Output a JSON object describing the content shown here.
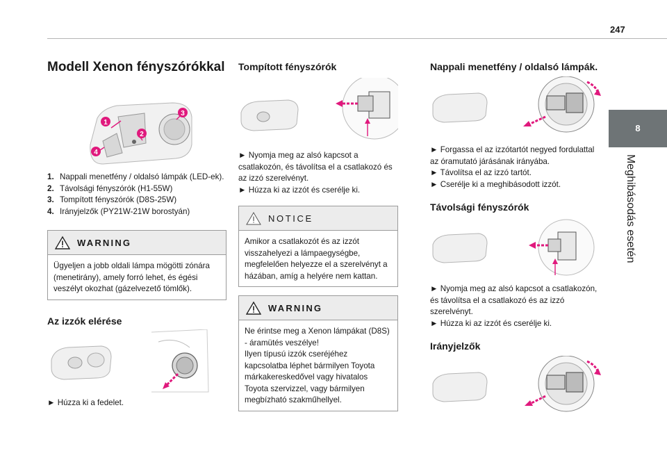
{
  "page_number": "247",
  "side_tab": {
    "number": "8",
    "title": "Meghibásodás esetén"
  },
  "col1": {
    "title": "Modell Xenon fényszórókkal",
    "list": [
      {
        "num": "1.",
        "text": "Nappali menetfény / oldalsó lámpák (LED-ek)."
      },
      {
        "num": "2.",
        "text": "Távolsági fényszórók (H1-55W)"
      },
      {
        "num": "3.",
        "text": "Tompított fényszórók (D8S-25W)"
      },
      {
        "num": "4.",
        "text": "Irányjelzők (PY21W-21W borostyán)"
      }
    ],
    "warning": {
      "label": "WARNING",
      "text": "Ügyeljen a jobb oldali lámpa mögötti zónára (menetirány), amely forró lehet, és égési veszélyt okozhat (gázelvezető tömlők)."
    },
    "access_title": "Az izzók elérése",
    "access_text": "► Húzza ki a fedelet.",
    "callouts": [
      "1",
      "2",
      "3",
      "4"
    ]
  },
  "col2": {
    "title": "Tompított fényszórók",
    "steps": [
      "► Nyomja meg az alsó kapcsot a csatlakozón, és távolítsa el a csatlakozó és az izzó szerelvényt.",
      "► Húzza ki az izzót és cserélje ki."
    ],
    "notice": {
      "label": "NOTICE",
      "text": "Amikor a csatlakozót és az izzót visszahelyezi a lámpaegységbe, megfelelően helyezze el a szerelvényt a házában, amíg a helyére nem kattan."
    },
    "warning": {
      "label": "WARNING",
      "lines": [
        "Ne érintse meg a Xenon lámpákat (D8S)",
        "- áramütés veszélye!",
        "Ilyen típusú izzók cseréjéhez kapcsolatba léphet bármilyen Toyota márkakereskedővel vagy hivatalos Toyota szervizzel, vagy bármilyen megbízható szakműhellyel."
      ]
    }
  },
  "col3": {
    "title1": "Nappali menetfény / oldalsó lámpák.",
    "steps1": [
      "► Forgassa el az izzótartót negyed fordulattal az óramutató járásának irányába.",
      "► Távolítsa el az izzó tartót.",
      "► Cserélje ki a meghibásodott izzót."
    ],
    "title2": "Távolsági fényszórók",
    "steps2": [
      "► Nyomja meg az alsó kapcsot a csatlakozón, és távolítsa el a csatlakozó és az izzó szerelvényt.",
      "► Húzza ki az izzót és cserélje ki."
    ],
    "title3": "Irányjelzők"
  },
  "colors": {
    "accent": "#e0197d",
    "tab": "#6e7476",
    "box_header": "#ececec"
  }
}
